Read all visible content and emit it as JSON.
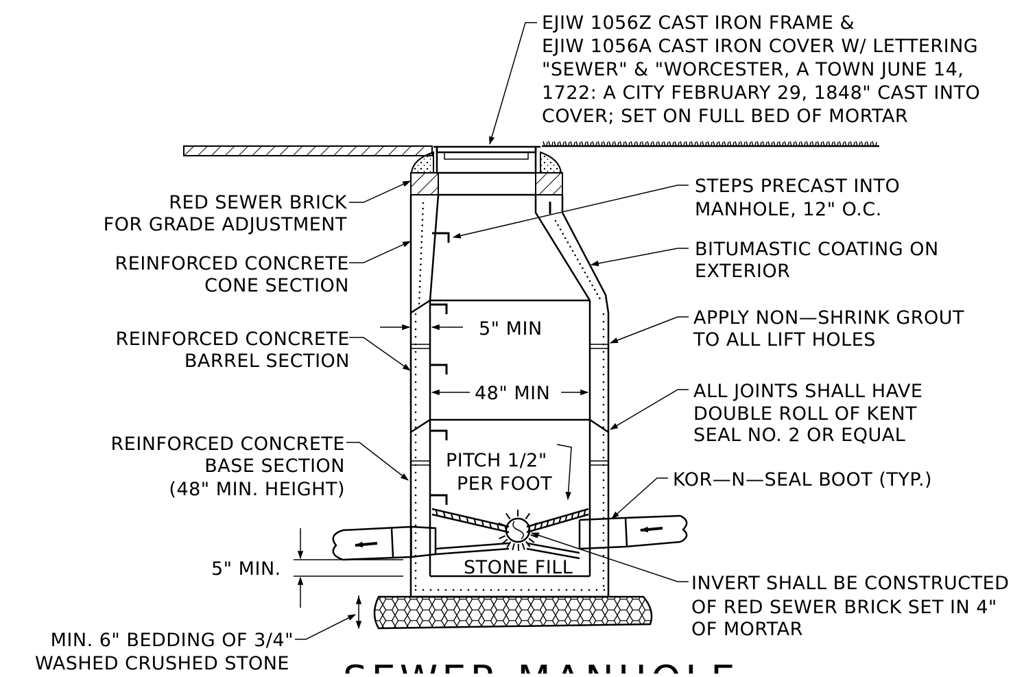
{
  "title": "SEWER MANHOLE",
  "notes": {
    "cover": [
      "EJIW 1056Z CAST IRON FRAME &",
      "EJIW 1056A  CAST IRON COVER W/ LETTERING",
      "\"SEWER\" & \"WORCESTER, A TOWN JUNE 14,",
      "1722: A CITY FEBRUARY 29, 1848\" CAST INTO",
      "COVER; SET ON FULL BED OF MORTAR"
    ],
    "brick": [
      "RED SEWER BRICK",
      "FOR GRADE ADJUSTMENT"
    ],
    "cone": [
      "REINFORCED CONCRETE",
      "CONE SECTION"
    ],
    "barrel": [
      "REINFORCED CONCRETE",
      "BARREL SECTION"
    ],
    "base": [
      "REINFORCED CONCRETE",
      "BASE SECTION",
      "(48\" MIN. HEIGHT)"
    ],
    "steps": [
      "STEPS PRECAST INTO",
      "MANHOLE, 12\" O.C."
    ],
    "coating": [
      "BITUMASTIC COATING ON",
      "EXTERIOR"
    ],
    "grout": [
      "APPLY NON—SHRINK GROUT",
      "TO ALL LIFT HOLES"
    ],
    "joints": [
      "ALL JOINTS SHALL HAVE",
      "DOUBLE ROLL OF KENT",
      "SEAL NO. 2 OR EQUAL"
    ],
    "boot": [
      "KOR—N—SEAL BOOT (TYP.)"
    ],
    "invert": [
      "INVERT SHALL BE CONSTRUCTED",
      "OF RED SEWER BRICK SET IN 4\"",
      "OF MORTAR"
    ],
    "bedding": [
      "MIN. 6\" BEDDING OF 3/4\"",
      "WASHED CRUSHED STONE"
    ]
  },
  "dimensions": {
    "wall": "5\" MIN",
    "diameter": "48\" MIN",
    "pitch": [
      "PITCH 1/2\"",
      "PER FOOT"
    ],
    "stone_fill": "STONE FILL",
    "base_depth": "5\" MIN."
  }
}
